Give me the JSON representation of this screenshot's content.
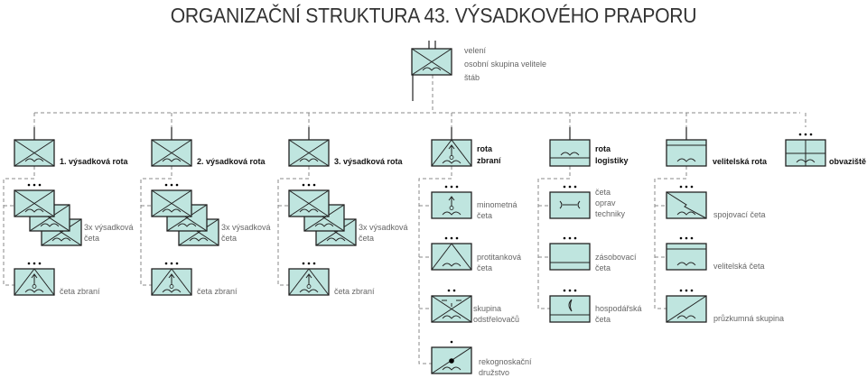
{
  "title": "ORGANIZAČNÍ STRUKTURA 43. VÝSADKOVÉHO PRAPORU",
  "colors": {
    "fill": "#bfe5df",
    "stroke": "#222222",
    "connector": "#888888"
  },
  "hq": {
    "lines": [
      "velení",
      "osobní skupina velitele",
      "štáb"
    ],
    "symbol": "inf-hq"
  },
  "companies": [
    {
      "label": "1. výsadková rota",
      "symbol": "inf",
      "subunits": [
        {
          "label": [
            "3x výsadková",
            "četa"
          ],
          "symbol": "inf",
          "count": 3,
          "echelon": 3
        },
        {
          "label": [
            "četa zbraní"
          ],
          "symbol": "weapons",
          "echelon": 3
        }
      ]
    },
    {
      "label": "2. výsadková rota",
      "symbol": "inf",
      "subunits": [
        {
          "label": [
            "3x výsadková",
            "četa"
          ],
          "symbol": "inf",
          "count": 3,
          "echelon": 3
        },
        {
          "label": [
            "četa zbraní"
          ],
          "symbol": "weapons",
          "echelon": 3
        }
      ]
    },
    {
      "label": "3. výsadková rota",
      "symbol": "inf",
      "subunits": [
        {
          "label": [
            "3x výsadková",
            "četa"
          ],
          "symbol": "inf",
          "count": 3,
          "echelon": 3
        },
        {
          "label": [
            "četa zbraní"
          ],
          "symbol": "weapons",
          "echelon": 3
        }
      ]
    },
    {
      "label": [
        "rota",
        "zbraní"
      ],
      "symbol": "weapons",
      "subunits": [
        {
          "label": [
            "minometná",
            "četa"
          ],
          "symbol": "mortar",
          "echelon": 3
        },
        {
          "label": [
            "protitanková",
            "četa"
          ],
          "symbol": "at",
          "echelon": 3
        },
        {
          "label": [
            "skupina",
            "odstřelovačů"
          ],
          "symbol": "sniper",
          "echelon": 2
        },
        {
          "label": [
            "rekognoskační",
            "družstvo"
          ],
          "symbol": "recon-dot",
          "echelon": 1
        }
      ]
    },
    {
      "label": [
        "rota",
        "logistiky"
      ],
      "symbol": "log",
      "subunits": [
        {
          "label": [
            "četa",
            "oprav",
            "techniky"
          ],
          "symbol": "maint",
          "echelon": 3
        },
        {
          "label": [
            "zásobovací",
            "četa"
          ],
          "symbol": "supply",
          "echelon": 3
        },
        {
          "label": [
            "hospodářská",
            "četa"
          ],
          "symbol": "food",
          "echelon": 3
        }
      ]
    },
    {
      "label": "velitelská rota",
      "symbol": "hq",
      "subunits": [
        {
          "label": [
            "spojovací četa"
          ],
          "symbol": "signal",
          "echelon": 3
        },
        {
          "label": [
            "velitelská četa"
          ],
          "symbol": "hq",
          "echelon": 3
        },
        {
          "label": [
            "průzkumná skupina"
          ],
          "symbol": "recon",
          "echelon": 3
        }
      ]
    },
    {
      "label": "obvaziště",
      "symbol": "medical",
      "echelon": 3
    }
  ]
}
